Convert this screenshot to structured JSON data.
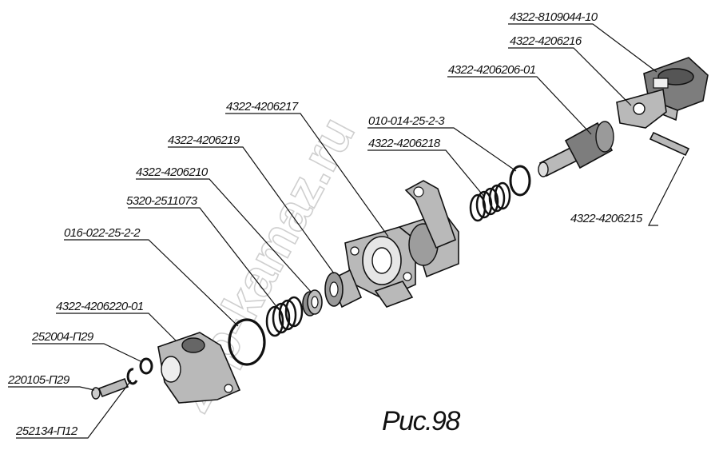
{
  "labels": {
    "l1": "4322-8109044-10",
    "l2": "4322-4206216",
    "l3": "4322-4206206-01",
    "l4": "010-014-25-2-3",
    "l5": "4322-4206218",
    "l6": "4322-4206217",
    "l7": "4322-4206219",
    "l8": "4322-4206210",
    "l9": "5320-2511073",
    "l10": "016-022-25-2-2",
    "l11": "4322-4206220-01",
    "l12": "252004-П29",
    "l13": "220105-П29",
    "l14": "252134-П12",
    "l15": "4322-4206215"
  },
  "caption": "Рис.98",
  "watermark": "zap-kamaz.ru"
}
